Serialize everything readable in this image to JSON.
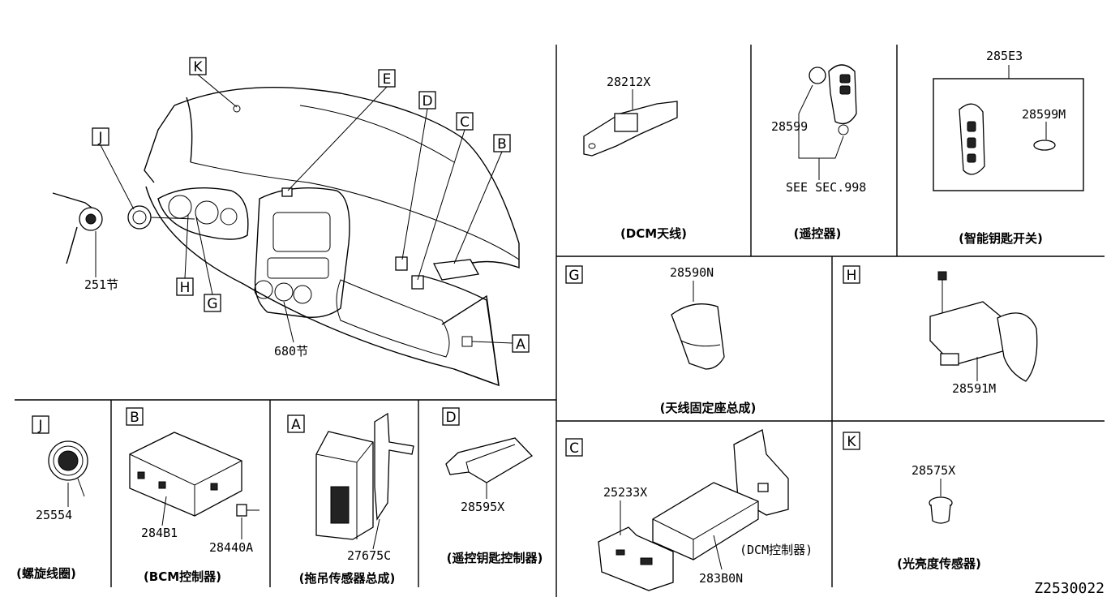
{
  "overview": {
    "callouts": [
      "K",
      "J",
      "E",
      "D",
      "C",
      "B",
      "H",
      "G",
      "A"
    ],
    "labels": [
      "251节",
      "680节"
    ]
  },
  "panels": {
    "dcm_antenna": {
      "part": "28212X",
      "caption": "(DCM天线)"
    },
    "remote": {
      "part": "28599",
      "see": "SEE SEC.998",
      "caption": "(遥控器)"
    },
    "smart_key": {
      "part_top": "285E3",
      "part_battery": "28599M",
      "caption": "(智能钥匙开关)"
    },
    "g": {
      "letter": "G",
      "part": "28590N",
      "caption": "(天线固定座总成)"
    },
    "h": {
      "letter": "H",
      "part": "28591M"
    },
    "j": {
      "letter": "J",
      "part": "25554",
      "caption": "(螺旋线圈)"
    },
    "b": {
      "letter": "B",
      "part1": "284B1",
      "part2": "28440A",
      "caption": "(BCM控制器)"
    },
    "a": {
      "letter": "A",
      "part": "27675C",
      "caption": "(拖吊传感器总成)"
    },
    "d": {
      "letter": "D",
      "part": "28595X",
      "caption": "(遥控钥匙控制器)"
    },
    "c": {
      "letter": "C",
      "part1": "25233X",
      "part2": "283B0N",
      "caption": "(DCM控制器)"
    },
    "k": {
      "letter": "K",
      "part": "28575X",
      "caption": "(光亮度传感器)"
    }
  },
  "diagram_id": "Z2530022"
}
